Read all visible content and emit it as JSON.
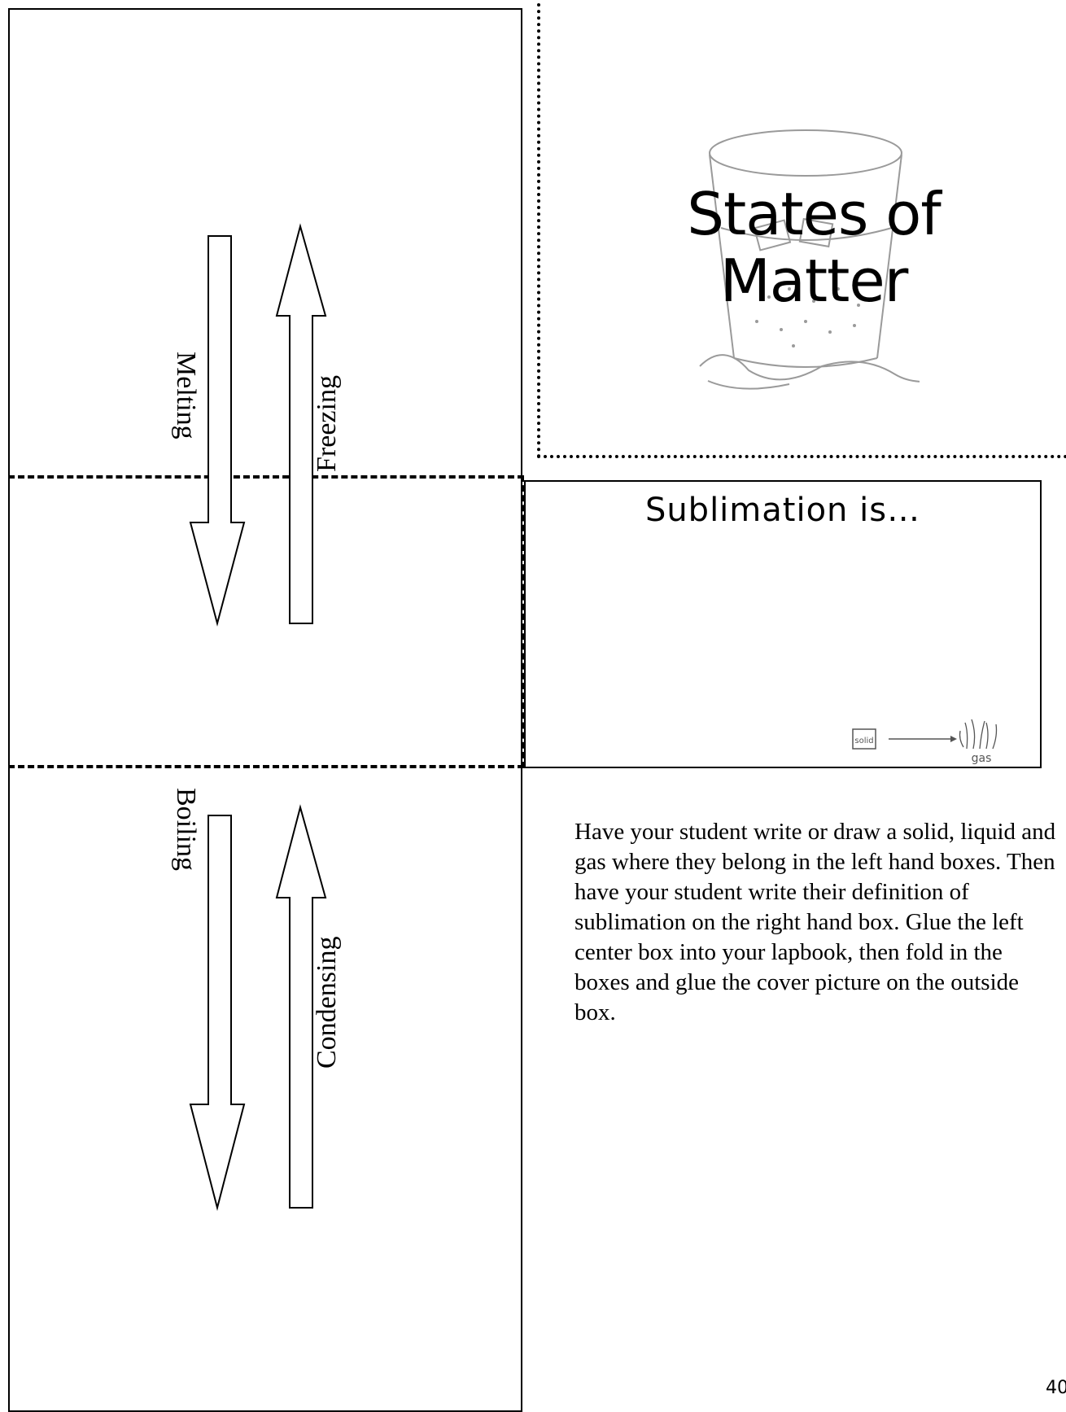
{
  "cover": {
    "title_line1": "States of",
    "title_line2": "Matter",
    "illustration": "glass-of-ice-water"
  },
  "arrows": {
    "melting": "Melting",
    "freezing": "Freezing",
    "boiling": "Boiling",
    "condensing": "Condensing"
  },
  "sublimation": {
    "heading": "Sublimation is…",
    "diagram_from": "solid",
    "diagram_to": "gas"
  },
  "instructions": "Have your student write or draw a solid, liquid and gas where they belong in the left hand boxes.  Then have your student write their definition of sublimation on the right hand box.  Glue the left center box into your lapbook, then fold in the boxes and glue the cover picture on the outside box.",
  "page_number": "40"
}
